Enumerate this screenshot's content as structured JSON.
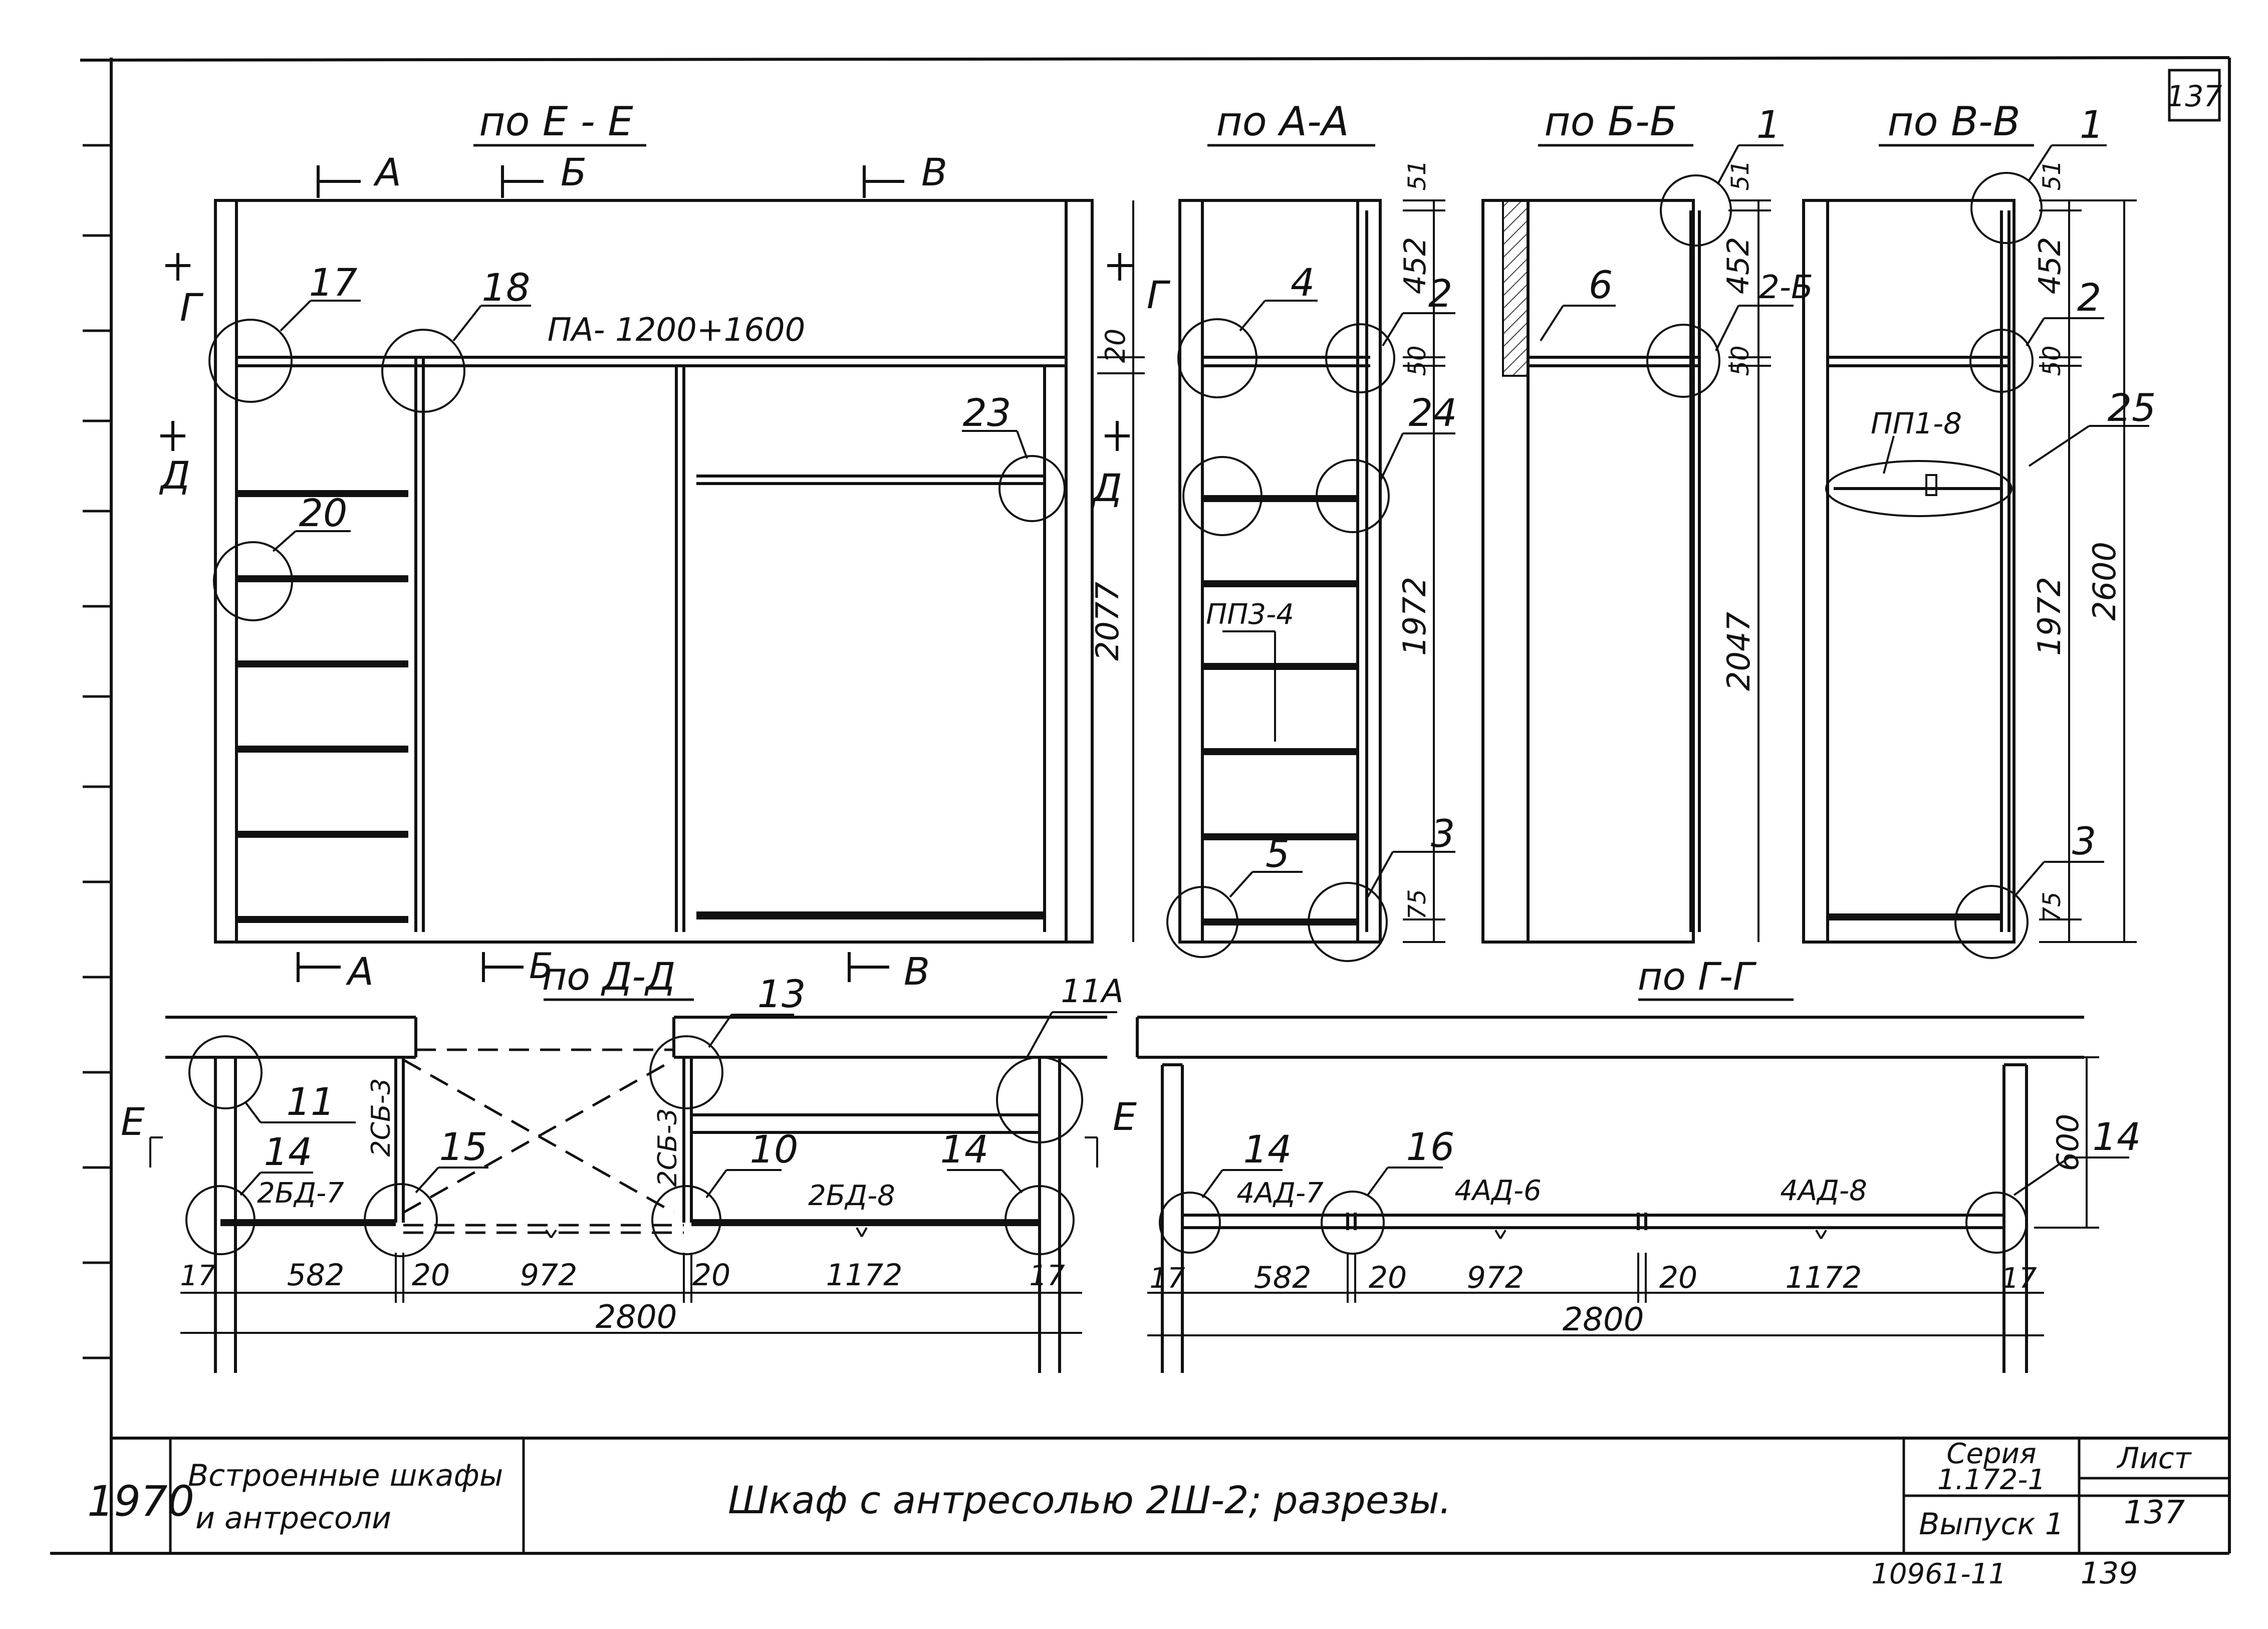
{
  "sheet_number_corner": "137",
  "views": {
    "ee": {
      "title": "по Е - Е",
      "cut_a": "А",
      "cut_b": "Б",
      "cut_v": "В",
      "cut_g": "Г",
      "cut_d": "Д",
      "note": "ПА- 1200+1600",
      "dim_20": "20",
      "dim_2077": "2077"
    },
    "aa": {
      "title": "по А-А",
      "dims": [
        "51",
        "452",
        "50",
        "1972",
        "75"
      ],
      "note": "ПП3-4"
    },
    "bb": {
      "title": "по Б-Б",
      "dims": [
        "51",
        "452",
        "50",
        "2047"
      ]
    },
    "vv": {
      "title": "по В-В",
      "dims": [
        "51",
        "452",
        "50",
        "1972",
        "2600",
        "75"
      ],
      "note": "ПП1-8"
    },
    "dd": {
      "title": "по Д-Д",
      "cut_e": "Е",
      "labels": [
        "2СБ-3",
        "2СБ-3",
        "2БД-7",
        "2БД-8"
      ],
      "dims": [
        "17",
        "582",
        "20",
        "972",
        "20",
        "1172",
        "17"
      ],
      "total": "2800"
    },
    "gg": {
      "title": "по Г-Г",
      "labels": [
        "4АД-7",
        "4АД-6",
        "4АД-8"
      ],
      "dims": [
        "17",
        "582",
        "20",
        "972",
        "20",
        "1172",
        "17"
      ],
      "total": "2800",
      "dim_600": "600"
    }
  },
  "callouts": {
    "c1a": "1",
    "c1b": "1",
    "c2a": "2",
    "c2b": "2-Б",
    "c2c": "2",
    "c3a": "3",
    "c3b": "3",
    "c4": "4",
    "c5": "5",
    "c6": "6",
    "c10": "10",
    "c11": "11",
    "c11a": "11А",
    "c13": "13",
    "c14a": "14",
    "c14b": "14",
    "c14c": "14",
    "c14d": "14",
    "c15": "15",
    "c16": "16",
    "c17": "17",
    "c18": "18",
    "c20": "20",
    "c23": "23",
    "c24": "24",
    "c25": "25"
  },
  "title_block": {
    "year": "1970",
    "subject_line1": "Встроенные шкафы",
    "subject_line2": "и антресоли",
    "title": "Шкаф с антресолью 2Ш-2; разрезы.",
    "series_label": "Серия",
    "series_value": "1.172-1",
    "issue": "Выпуск 1",
    "sheet_label": "Лист",
    "sheet_value": "137"
  },
  "archive_code": "10961-11",
  "archive_page": "139"
}
